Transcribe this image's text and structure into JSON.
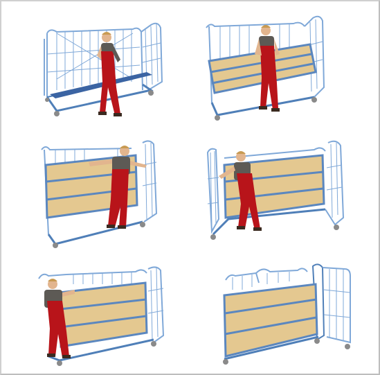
{
  "image": {
    "description_hidden": "",
    "colors": {
      "frame": "#7fa8d8",
      "frame_dark": "#4f7fb8",
      "board": "#e4c890",
      "board_stripe": "#5b87bf",
      "overall": "#b8141a",
      "shirt": "#5d5a55",
      "skin": "#e2b58e",
      "hair": "#c89a52",
      "shoe": "#3a2a20"
    },
    "panels": [
      {
        "id": "step-1",
        "pose": "lowering-base"
      },
      {
        "id": "step-2",
        "pose": "lifting-board"
      },
      {
        "id": "step-3",
        "pose": "holding-side"
      },
      {
        "id": "step-4",
        "pose": "pushing-side"
      },
      {
        "id": "step-5",
        "pose": "folding-end"
      },
      {
        "id": "step-6",
        "pose": "folded-cart"
      }
    ]
  }
}
